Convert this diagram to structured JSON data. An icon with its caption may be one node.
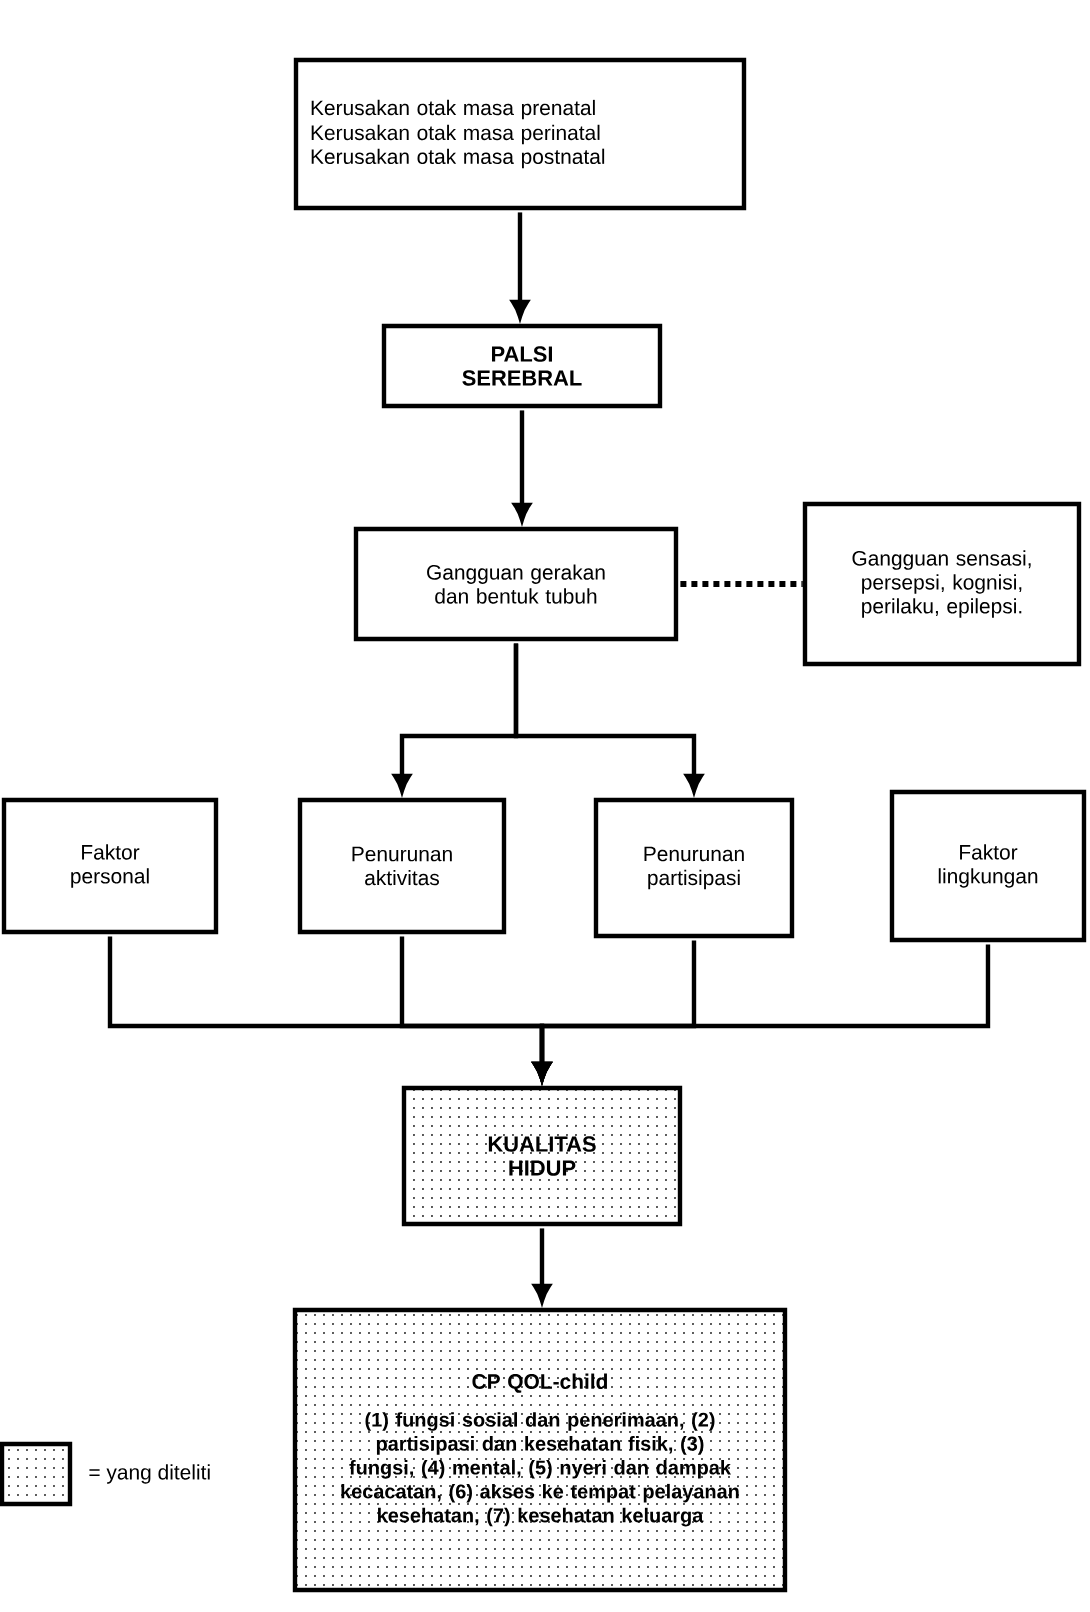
{
  "diagram": {
    "nodes": [
      {
        "text": [
          "Kerusakan otak masa prenatal",
          "Kerusakan otak masa perinatal",
          "Kerusakan otak masa postnatal"
        ]
      },
      {
        "text": [
          "PALSI SEREBRAL"
        ]
      },
      {
        "text": [
          "Gangguan gerakan dan bentuk tubuh"
        ]
      },
      {
        "text": [
          "Gangguan sensasi, persepsi, kognisi, perilaku, epilepsi."
        ]
      },
      {
        "text": [
          "Faktor personal"
        ]
      },
      {
        "text": [
          "Penurunan aktivitas"
        ]
      },
      {
        "text": [
          "Penurunan partisipasi"
        ]
      },
      {
        "text": [
          "Faktor lingkungan"
        ]
      },
      {
        "text": [
          "KUALITAS HIDUP"
        ]
      },
      {
        "text": [
          "CP QOL-child",
          "(1) fungsi sosial dan penerimaan, (2) partisipasi dan kesehatan fisik, (3) fungsi, (4) mental, (5) nyeri dan dampak kecacatan, (6) akses ke tempat pelayanan kesehatan, (7) kesehatan keluarga"
        ]
      }
    ],
    "edges": [
      {
        "from": 0,
        "to": 1,
        "arrow": "to"
      },
      {
        "from": 1,
        "to": 2,
        "arrow": "to"
      },
      {
        "from": 2,
        "to": 3,
        "arrow": "none",
        "style": "dashed"
      },
      {
        "from": 2,
        "to": 5,
        "arrow": "to"
      },
      {
        "from": 2,
        "to": 6,
        "arrow": "to"
      },
      {
        "from": 4,
        "to": 8,
        "arrow": "to"
      },
      {
        "from": 5,
        "to": 8,
        "arrow": "to"
      },
      {
        "from": 6,
        "to": 8,
        "arrow": "to"
      },
      {
        "from": 7,
        "to": 8,
        "arrow": "to"
      },
      {
        "from": 8,
        "to": 9,
        "arrow": "to"
      }
    ],
    "legend": [
      {
        "text": "= yang diteliti"
      }
    ]
  }
}
